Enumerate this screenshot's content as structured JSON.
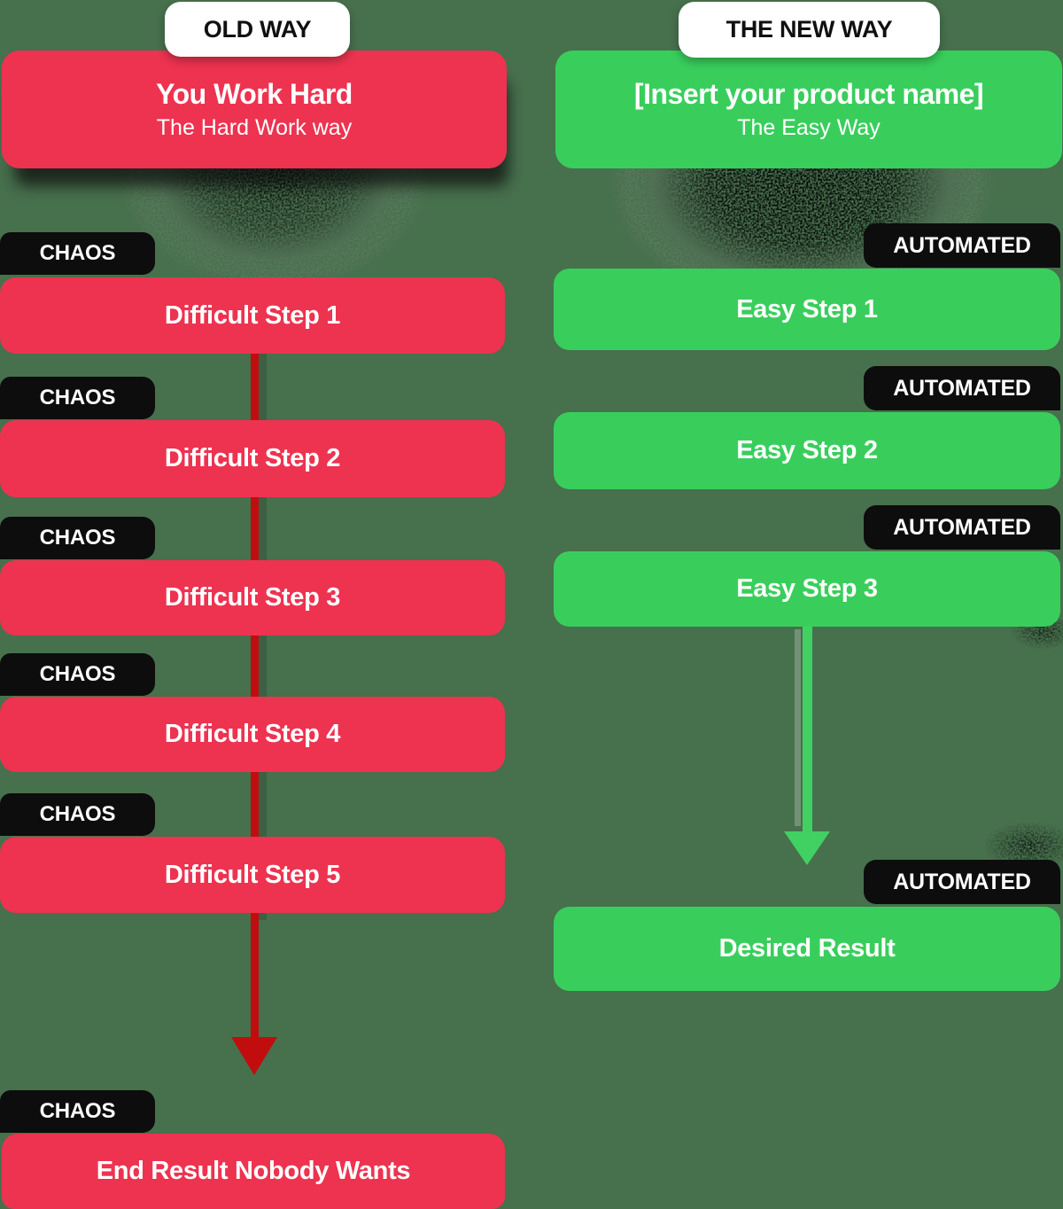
{
  "canvas": {
    "background": "#47704d",
    "badge_color": "#0d0d0d"
  },
  "old_way": {
    "pill_label": "OLD WAY",
    "header_title": "You Work Hard",
    "header_subtitle": "The Hard Work way",
    "badge_label": "CHAOS",
    "steps": [
      "Difficult Step 1",
      "Difficult Step 2",
      "Difficult Step 3",
      "Difficult Step 4",
      "Difficult Step 5"
    ],
    "result_label": "End Result Nobody Wants",
    "box_color": "#ed3350",
    "arrow_color": "#c10d0d"
  },
  "new_way": {
    "pill_label": "THE NEW WAY",
    "header_title": "[Insert your product name]",
    "header_subtitle": "The Easy Way",
    "badge_label": "AUTOMATED",
    "steps": [
      "Easy Step 1",
      "Easy Step 2",
      "Easy Step 3"
    ],
    "result_label": "Desired Result",
    "box_color": "#39ce5c",
    "arrow_color": "#41d162"
  }
}
